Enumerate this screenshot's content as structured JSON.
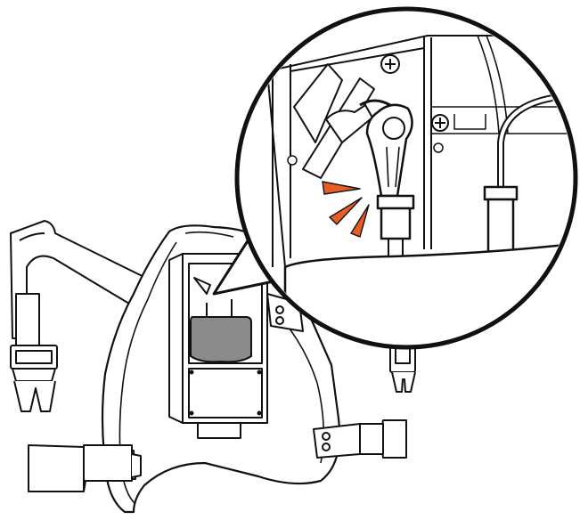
{
  "figure": {
    "background": "#ffffff",
    "line_color": "#111111",
    "bag_fill": "#8a8a8a",
    "accent": "#e85d24",
    "icons": [
      "harness-unit",
      "belt-strap-left",
      "belt-strap-right",
      "buckle-left",
      "buckle-right",
      "bottom-strap-left",
      "bottom-strap-right",
      "magnifier-callout",
      "tube-connector",
      "alert-marks"
    ]
  }
}
